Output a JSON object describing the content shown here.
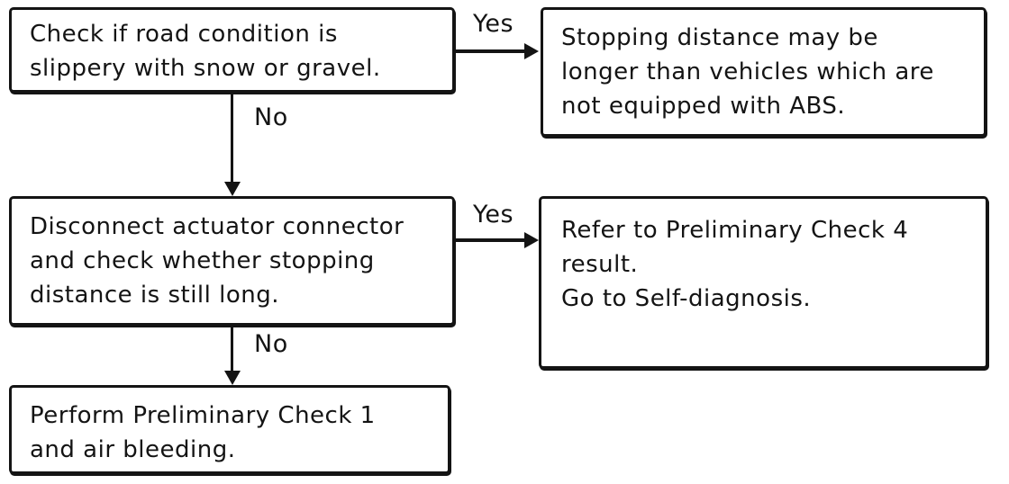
{
  "diagram": {
    "type": "flowchart",
    "colors": {
      "ink": "#141414",
      "background": "#ffffff"
    },
    "nodes": [
      {
        "id": "check-road-condition",
        "text": "Check if road condition is\nslippery with snow or gravel."
      },
      {
        "id": "stopping-distance-note",
        "text": "Stopping distance may be\nlonger than vehicles which are\nnot equipped with ABS."
      },
      {
        "id": "disconnect-actuator",
        "text": "Disconnect actuator connector\nand check whether stopping\ndistance is still long."
      },
      {
        "id": "refer-preliminary-check-4",
        "text": "Refer to Preliminary Check 4\nresult.\nGo to Self-diagnosis."
      },
      {
        "id": "perform-preliminary-check-1",
        "text": "Perform Preliminary Check 1\nand air bleeding."
      }
    ],
    "edges": [
      {
        "from": "check-road-condition",
        "to": "stopping-distance-note",
        "label": "Yes"
      },
      {
        "from": "check-road-condition",
        "to": "disconnect-actuator",
        "label": "No"
      },
      {
        "from": "disconnect-actuator",
        "to": "refer-preliminary-check-4",
        "label": "Yes"
      },
      {
        "from": "disconnect-actuator",
        "to": "perform-preliminary-check-1",
        "label": "No"
      }
    ]
  }
}
